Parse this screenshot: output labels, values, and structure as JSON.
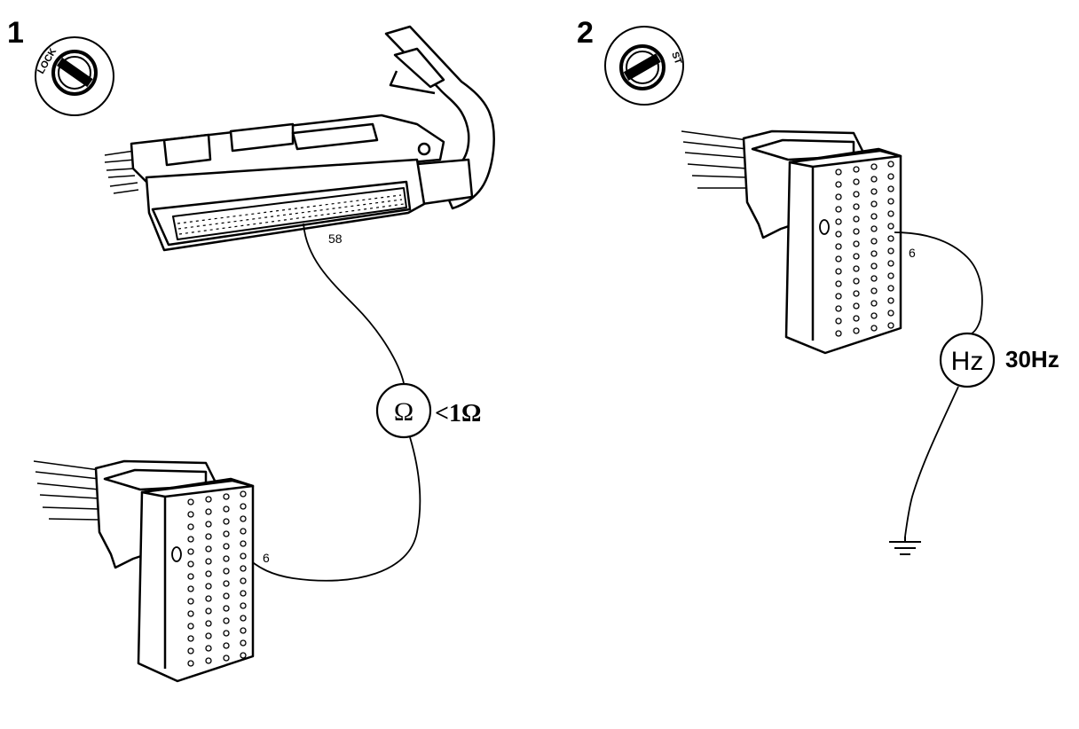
{
  "steps": [
    {
      "number": "1",
      "ignition_position": "LOCK",
      "ecu_pin": "58",
      "connector_pin": "6",
      "meter_symbol": "Ω",
      "meter_reading": "<1Ω"
    },
    {
      "number": "2",
      "ignition_position": "ST",
      "connector_pin": "6",
      "meter_symbol": "Hz",
      "meter_reading": "30Hz"
    }
  ],
  "icons": {
    "ignition_key": "ignition-key-icon",
    "ground": "ground-icon",
    "ohmmeter": "ohmmeter-icon",
    "frequency_meter": "frequency-meter-icon"
  },
  "colors": {
    "line": "#000000",
    "background": "#ffffff"
  }
}
